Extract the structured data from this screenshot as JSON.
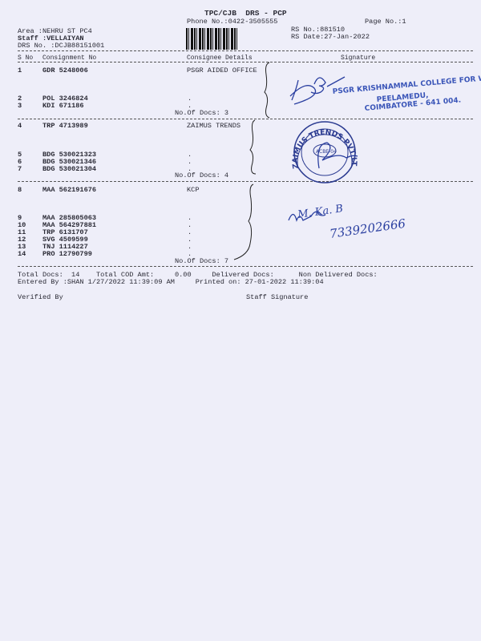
{
  "header": {
    "title": "TPC/CJB  DRS - PCP",
    "phone": "Phone No.:0422-3505555",
    "page": "Page No.:1",
    "area": "Area :NEHRU ST PC4",
    "staff": "Staff :VELLAIYAN",
    "drs_no": "DRS No. :DCJB88151001",
    "rs_no": "RS No.:881510",
    "rs_date": "RS Date:27-Jan-2022"
  },
  "columns": {
    "sno": "S No",
    "consignment": "Consignment No",
    "consignee": "Consignee Details",
    "signature": "Signature"
  },
  "groups": [
    {
      "consignee": "PSGR AIDED OFFICE",
      "docs": "No.Of Docs: 3",
      "rows": [
        {
          "sno": "1",
          "no": "GDR 5248006"
        },
        {
          "sno": "2",
          "no": "POL 3246824"
        },
        {
          "sno": "3",
          "no": "KDI 671186"
        }
      ]
    },
    {
      "consignee": "ZAIMUS TRENDS",
      "docs": "No.Of Docs: 4",
      "rows": [
        {
          "sno": "4",
          "no": "TRP 4713989"
        },
        {
          "sno": "5",
          "no": "BDG 530021323"
        },
        {
          "sno": "6",
          "no": "BDG 530021346"
        },
        {
          "sno": "7",
          "no": "BDG 530021304"
        }
      ]
    },
    {
      "consignee": "KCP",
      "docs": "No.Of Docs: 7",
      "rows": [
        {
          "sno": "8",
          "no": "MAA 562191676"
        },
        {
          "sno": "9",
          "no": "MAA 285805063"
        },
        {
          "sno": "10",
          "no": "MAA 564297881"
        },
        {
          "sno": "11",
          "no": "TRP 6131707"
        },
        {
          "sno": "12",
          "no": "SVG 4509599"
        },
        {
          "sno": "13",
          "no": "TNJ 1114227"
        },
        {
          "sno": "14",
          "no": "PRO 12790799"
        }
      ]
    }
  ],
  "dot": ".",
  "footer": {
    "totals": "Total Docs:  14    Total COD Amt:     0.00     Delivered Docs:      Non Delivered Docs:",
    "entered": "Entered By :SHAN 1/27/2022 11:39:09 AM     Printed on: 27-01-2022 11:39:04",
    "verified": "Verified By",
    "staff_sig": "Staff Signature"
  },
  "stamps": {
    "college": [
      "PSGR KRISHNAMMAL COLLEGE FOR WOMEN",
      "PEELAMEDU,",
      "COIMBATORE - 641 004."
    ],
    "zaimus": "ZAIMUS TRENDS PVT LTD.",
    "zaimus_inner": "ACBE-04",
    "handwritten_name": "M. Ka. B",
    "handwritten_phone": "7339202666"
  }
}
